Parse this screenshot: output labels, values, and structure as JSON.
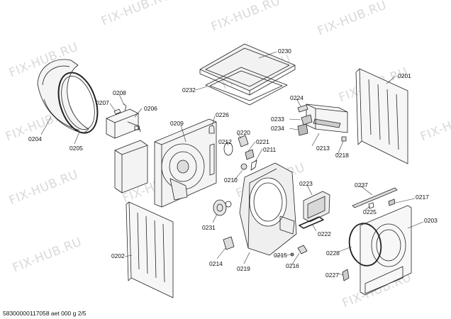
{
  "watermark": "FIX-HUB.RU",
  "footer": "58300000117058 aet 000 g 2/5",
  "parts": {
    "p0201": "0201",
    "p0202": "0202",
    "p0203": "0203",
    "p0204": "0204",
    "p0205": "0205",
    "p0206": "0206",
    "p0207": "0207",
    "p0208": "0208",
    "p0209": "0209",
    "p0210": "0210",
    "p0211": "0211",
    "p0212": "0212",
    "p0213": "0213",
    "p0214": "0214",
    "p0215": "0215",
    "p0216": "0216",
    "p0217": "0217",
    "p0218": "0218",
    "p0219": "0219",
    "p0220": "0220",
    "p0221": "0221",
    "p0222": "0222",
    "p0223": "0223",
    "p0224": "0224",
    "p0225": "0225",
    "p0226": "0226",
    "p0227": "0227",
    "p0228": "0228",
    "p0230": "0230",
    "p0231": "0231",
    "p0232": "0232",
    "p0233": "0233",
    "p0234": "0234",
    "p0237": "0237"
  }
}
